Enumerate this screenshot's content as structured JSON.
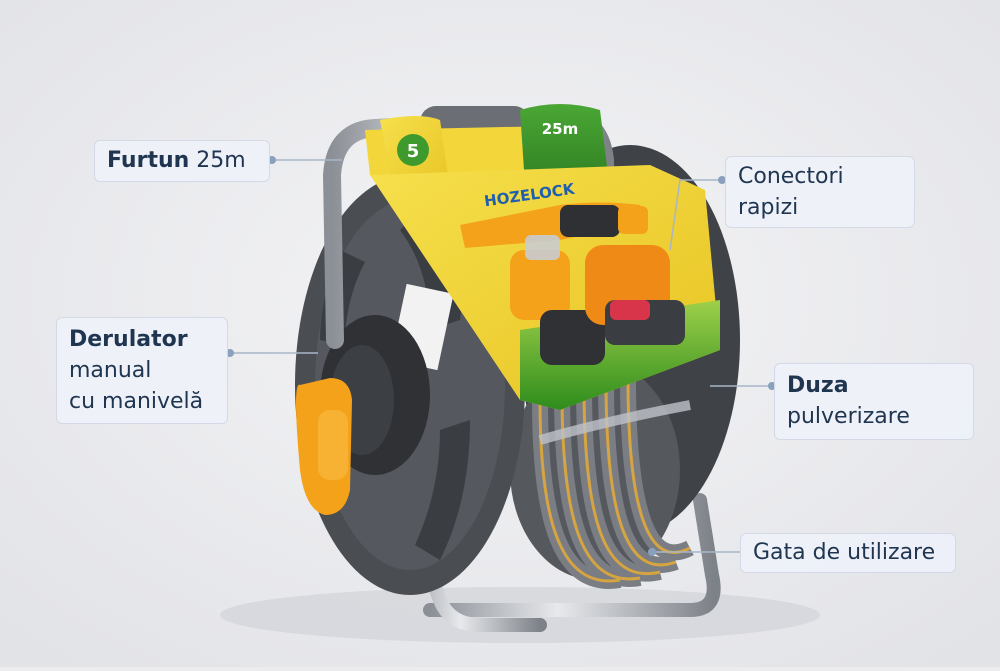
{
  "callouts": {
    "hose": {
      "bold": "Furtun",
      "rest": "25m"
    },
    "connectors": {
      "line1": "Conectori",
      "line2": "rapizi"
    },
    "reel": {
      "bold": "Derulator",
      "line2": "manual",
      "line3": "cu manivelă"
    },
    "nozzle": {
      "bold": "Duza",
      "line2": "pulverizare"
    },
    "stand": {
      "text": "Gata de utilizare"
    }
  },
  "product": {
    "brand": "HOZELOCK",
    "length_badge": "25m",
    "warranty_badge": "5"
  },
  "colors": {
    "background": "#ececef",
    "reel_body": "#4a4d52",
    "accent_orange": "#f5a21b",
    "label_green": "#3f9a2e",
    "label_yellow": "#f3d63a",
    "callout_text": "#1f3550"
  }
}
